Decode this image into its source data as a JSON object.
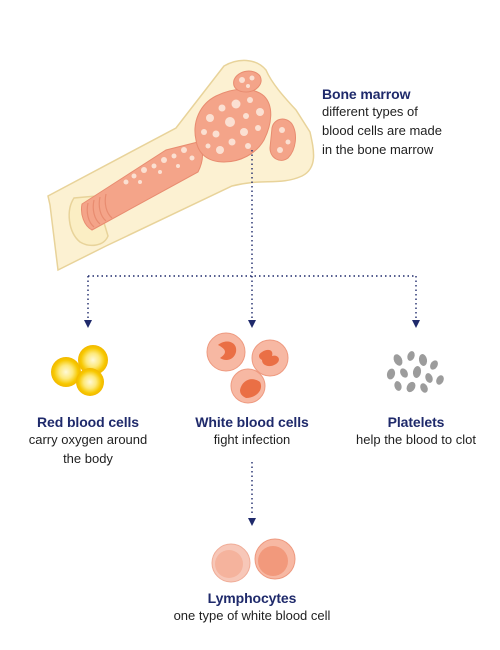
{
  "bone_marrow": {
    "title": "Bone marrow",
    "desc": [
      "different types of",
      "blood cells are made",
      "in the bone marrow"
    ]
  },
  "red_blood_cells": {
    "title": "Red blood cells",
    "desc": [
      "carry oxygen around",
      "the body"
    ]
  },
  "white_blood_cells": {
    "title": "White blood cells",
    "desc": [
      "fight infection"
    ]
  },
  "platelets": {
    "title": "Platelets",
    "desc": [
      "help the blood to clot"
    ]
  },
  "lymphocytes": {
    "title": "Lymphocytes",
    "desc": [
      "one type of white blood cell"
    ]
  },
  "colors": {
    "navy": "#1f2a6b",
    "bone": "#fbf0cf",
    "marrow": "#f4a489",
    "red_cell": "#f6c400",
    "platelet": "#9a9a9a"
  }
}
